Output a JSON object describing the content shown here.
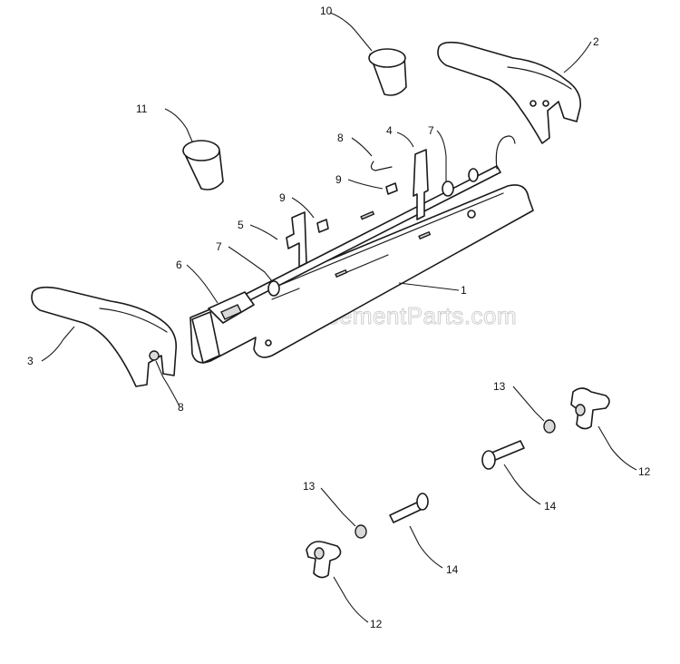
{
  "watermark": "eReplacementParts.com",
  "callouts": [
    "1",
    "2",
    "3",
    "4",
    "5",
    "6",
    "7",
    "7",
    "8",
    "8",
    "9",
    "9",
    "10",
    "11",
    "12",
    "12",
    "13",
    "13",
    "14",
    "14"
  ]
}
